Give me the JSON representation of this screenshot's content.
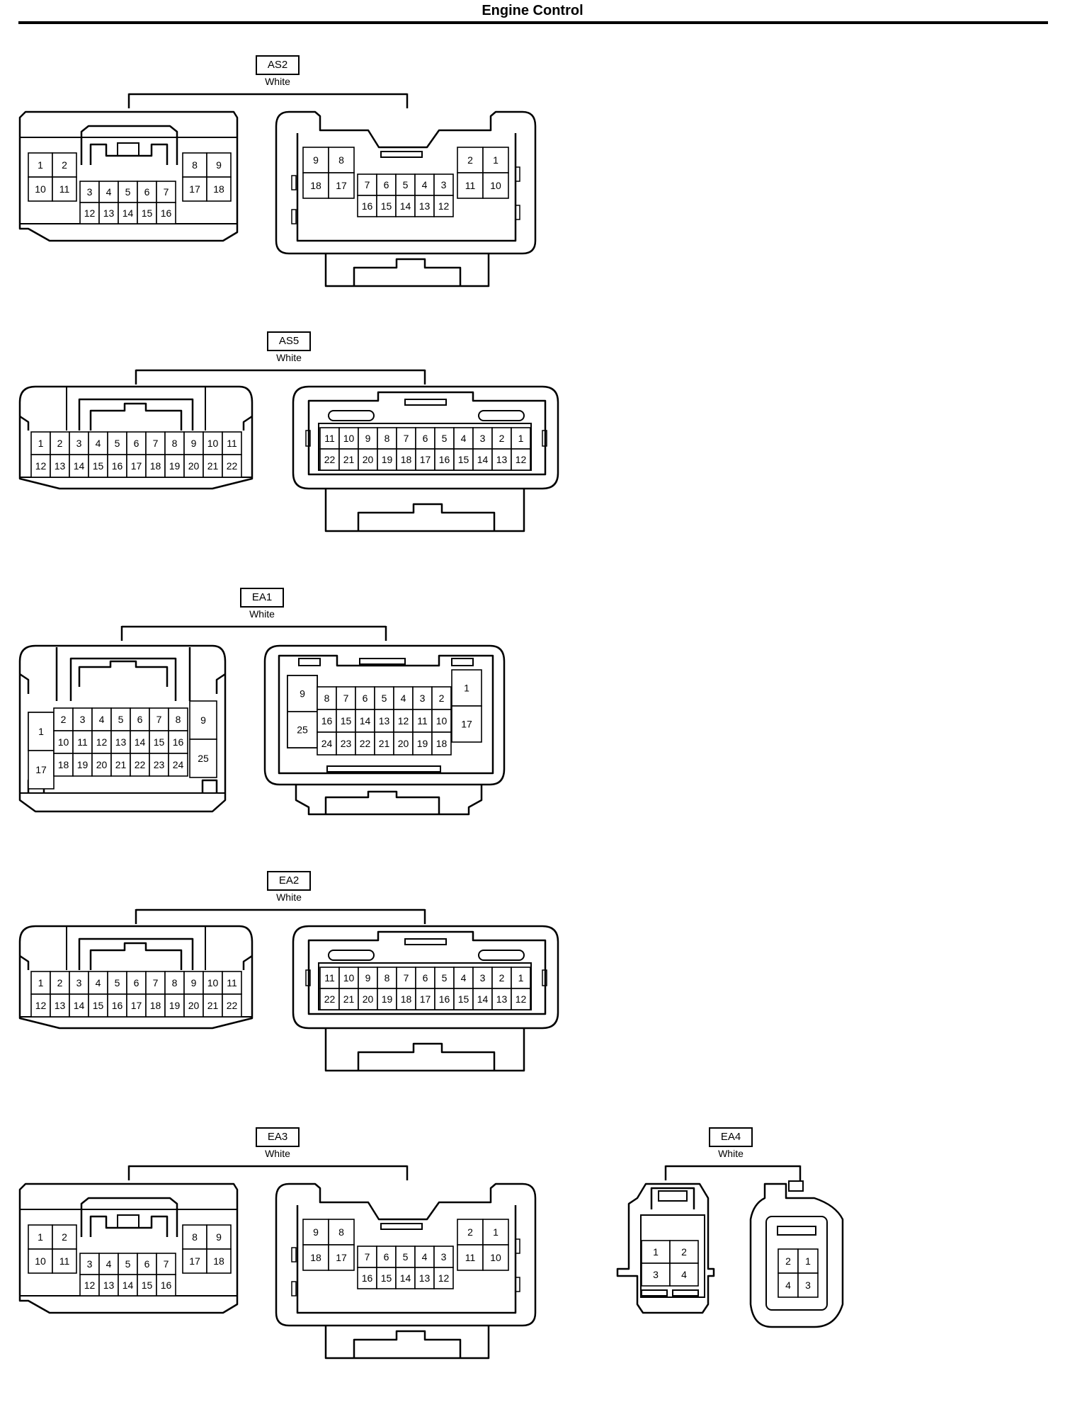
{
  "page": {
    "title": "Engine Control"
  },
  "connectors": [
    {
      "id": "AS2",
      "color": "White",
      "type": "18pin",
      "male": {
        "small_left": [
          "1",
          "2",
          "10",
          "11"
        ],
        "small_right": [
          "8",
          "9",
          "17",
          "18"
        ],
        "center_top": [
          "3",
          "4",
          "5",
          "6",
          "7"
        ],
        "center_bottom": [
          "12",
          "13",
          "14",
          "15",
          "16"
        ]
      },
      "female": {
        "small_left": [
          "9",
          "8",
          "18",
          "17"
        ],
        "small_right": [
          "2",
          "1",
          "11",
          "10"
        ],
        "center_top": [
          "7",
          "6",
          "5",
          "4",
          "3"
        ],
        "center_bottom": [
          "16",
          "15",
          "14",
          "13",
          "12"
        ]
      }
    },
    {
      "id": "AS5",
      "color": "White",
      "type": "22pin",
      "male": {
        "row1": [
          "1",
          "2",
          "3",
          "4",
          "5",
          "6",
          "7",
          "8",
          "9",
          "10",
          "11"
        ],
        "row2": [
          "12",
          "13",
          "14",
          "15",
          "16",
          "17",
          "18",
          "19",
          "20",
          "21",
          "22"
        ]
      },
      "female": {
        "row1": [
          "11",
          "10",
          "9",
          "8",
          "7",
          "6",
          "5",
          "4",
          "3",
          "2",
          "1"
        ],
        "row2": [
          "22",
          "21",
          "20",
          "19",
          "18",
          "17",
          "16",
          "15",
          "14",
          "13",
          "12"
        ]
      }
    },
    {
      "id": "EA1",
      "color": "White",
      "type": "25pin",
      "male": {
        "left": [
          "1",
          "17"
        ],
        "right": [
          "9",
          "25"
        ],
        "row1": [
          "2",
          "3",
          "4",
          "5",
          "6",
          "7",
          "8"
        ],
        "row2": [
          "10",
          "11",
          "12",
          "13",
          "14",
          "15",
          "16"
        ],
        "row3": [
          "18",
          "19",
          "20",
          "21",
          "22",
          "23",
          "24"
        ]
      },
      "female": {
        "left": [
          "9",
          "25"
        ],
        "right": [
          "1",
          "17"
        ],
        "row1": [
          "8",
          "7",
          "6",
          "5",
          "4",
          "3",
          "2"
        ],
        "row2": [
          "16",
          "15",
          "14",
          "13",
          "12",
          "11",
          "10"
        ],
        "row3": [
          "24",
          "23",
          "22",
          "21",
          "20",
          "19",
          "18"
        ]
      }
    },
    {
      "id": "EA2",
      "color": "White",
      "type": "22pin",
      "male": {
        "row1": [
          "1",
          "2",
          "3",
          "4",
          "5",
          "6",
          "7",
          "8",
          "9",
          "10",
          "11"
        ],
        "row2": [
          "12",
          "13",
          "14",
          "15",
          "16",
          "17",
          "18",
          "19",
          "20",
          "21",
          "22"
        ]
      },
      "female": {
        "row1": [
          "11",
          "10",
          "9",
          "8",
          "7",
          "6",
          "5",
          "4",
          "3",
          "2",
          "1"
        ],
        "row2": [
          "22",
          "21",
          "20",
          "19",
          "18",
          "17",
          "16",
          "15",
          "14",
          "13",
          "12"
        ]
      }
    },
    {
      "id": "EA3",
      "color": "White",
      "type": "18pin",
      "male": {
        "small_left": [
          "1",
          "2",
          "10",
          "11"
        ],
        "small_right": [
          "8",
          "9",
          "17",
          "18"
        ],
        "center_top": [
          "3",
          "4",
          "5",
          "6",
          "7"
        ],
        "center_bottom": [
          "12",
          "13",
          "14",
          "15",
          "16"
        ]
      },
      "female": {
        "small_left": [
          "9",
          "8",
          "18",
          "17"
        ],
        "small_right": [
          "2",
          "1",
          "11",
          "10"
        ],
        "center_top": [
          "7",
          "6",
          "5",
          "4",
          "3"
        ],
        "center_bottom": [
          "16",
          "15",
          "14",
          "13",
          "12"
        ]
      }
    },
    {
      "id": "EA4",
      "color": "White",
      "type": "4pin",
      "male": {
        "grid": [
          "1",
          "2",
          "3",
          "4"
        ]
      },
      "female": {
        "grid": [
          "2",
          "1",
          "4",
          "3"
        ]
      }
    }
  ]
}
